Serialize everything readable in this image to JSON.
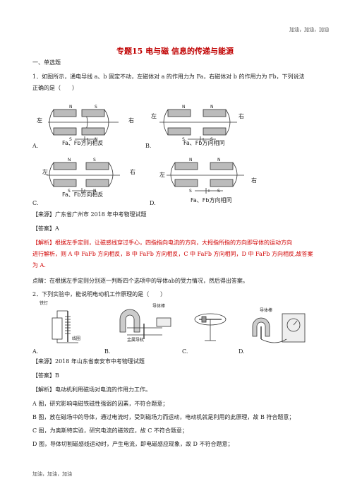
{
  "header": {
    "right": "加油，加油，加油"
  },
  "footer": {
    "left": "加油，加油，加油"
  },
  "title": "专题15 电与磁 信息的传递与能源",
  "section": "一、单选题",
  "q1": {
    "line1": "1．如图所示，通电导线 a、b 固定不动，左磁体对 a 的作用力为 Fa，右磁体对 b 的作用力为 Fb，下列说法",
    "line2": "正确的是（　　）",
    "options": [
      {
        "letter": "A.",
        "left_label": "左",
        "right_label": "右",
        "caption": "Fa、Fb方向相反"
      },
      {
        "letter": "B.",
        "left_label": "左",
        "right_label": "右",
        "caption": "Fa、Fb方向相同"
      },
      {
        "letter": "C.",
        "left_label": "左",
        "right_label": "右",
        "caption": "Fa、Fb方向相反"
      },
      {
        "letter": "D.",
        "left_label": "左",
        "right_label": "右",
        "caption": "Fa、Fb方向相同"
      }
    ],
    "source": "【来源】广东省广州市 2018 年中考物理试题",
    "answer": "【答案】A",
    "analysis1": "【解析】根据左手定则，让磁感线穿过手心，四指指向电流的方向，大拇指所指的方向即导体的运动方向",
    "analysis2": "进行解析，则 A 中 FaFb 方向相反，B 中 FaFb 方向相反，C 中 FaFb 方向相同，D 中 FaFb 方向相反,故答案",
    "analysis3": "为 A.",
    "comment": "点睛：在根据左手定则分别逐一判断四个选项中的导体ab的受力情况，然后得出答案。"
  },
  "q2": {
    "line1": "2．下列实验中，能说明电动机工作原理的是（　　）",
    "options": [
      {
        "letter": "A.",
        "label1": "铁钉",
        "label2": "线圈"
      },
      {
        "letter": "B.",
        "label1": "导体棒",
        "label2": "金属导轨"
      },
      {
        "letter": "C.",
        "label1": "",
        "label2": ""
      },
      {
        "letter": "D.",
        "label1": "导体棒",
        "label2": ""
      }
    ],
    "source": "【来源】2018 年山东省泰安市中考物理试题",
    "answer": "【答案】B",
    "analysis": "【解析】电动机利用磁场对电流的作用力工作。",
    "lineA": "A 图，研究影响电磁铁磁性强弱的因素，不符合题意；",
    "lineB": "B 图，放在磁场中的导体，通过电流时，受到磁场力而运动，电动机就是利用的此原理，故 B 符合题意；",
    "lineC": "C 图，为奥斯特实验，研究电流的磁效应，故 C 不符合题意；",
    "lineD": "D 图，导体切割磁感线运动时，产生电流，即电磁感应现象，故 D 不符合题意；"
  }
}
